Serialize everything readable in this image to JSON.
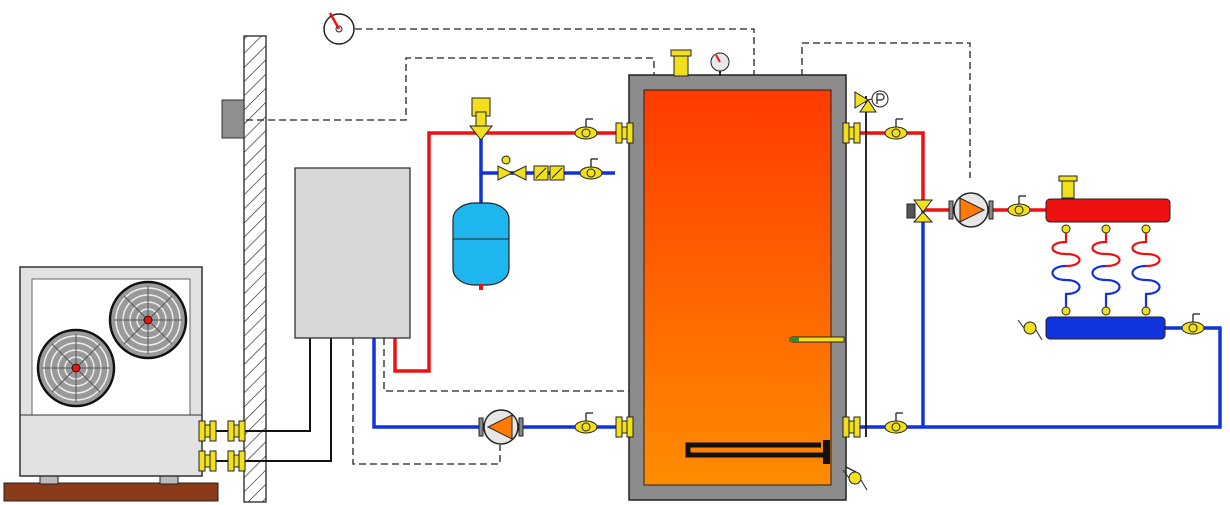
{
  "colors": {
    "hot_pipe": "#ee1111",
    "cold_pipe": "#1133dd",
    "control_wire": "#111111",
    "fitting_yellow": "#f2e01c",
    "tank_shell": "#8c8c8c",
    "tank_top": "#ff3b00",
    "tank_bottom": "#ff8c00",
    "expansion_vessel": "#1fb6f0",
    "controller_panel": "#d7d7d7",
    "outdoor_unit": "#e2e2e2",
    "base_wood": "#8b3a1a",
    "fan_gray": "#b8b8b8",
    "manifold_supply": "#ee1111",
    "manifold_return": "#1133dd",
    "pump_orange": "#ff7a00"
  },
  "components": {
    "outdoor_unit": "heat-pump-outdoor-unit",
    "wall": "hatched-wall",
    "controller": "controller-unit",
    "wall_sensor": "outdoor-temperature-sensor",
    "thermostat": "room-thermostat-icon",
    "tank": "storage-tank",
    "expansion_vessel": "expansion-vessel",
    "safety_valve": "safety-valve",
    "heating_pump": "circulation-pump",
    "supply_manifold": "supply-manifold",
    "return_manifold": "return-manifold"
  }
}
